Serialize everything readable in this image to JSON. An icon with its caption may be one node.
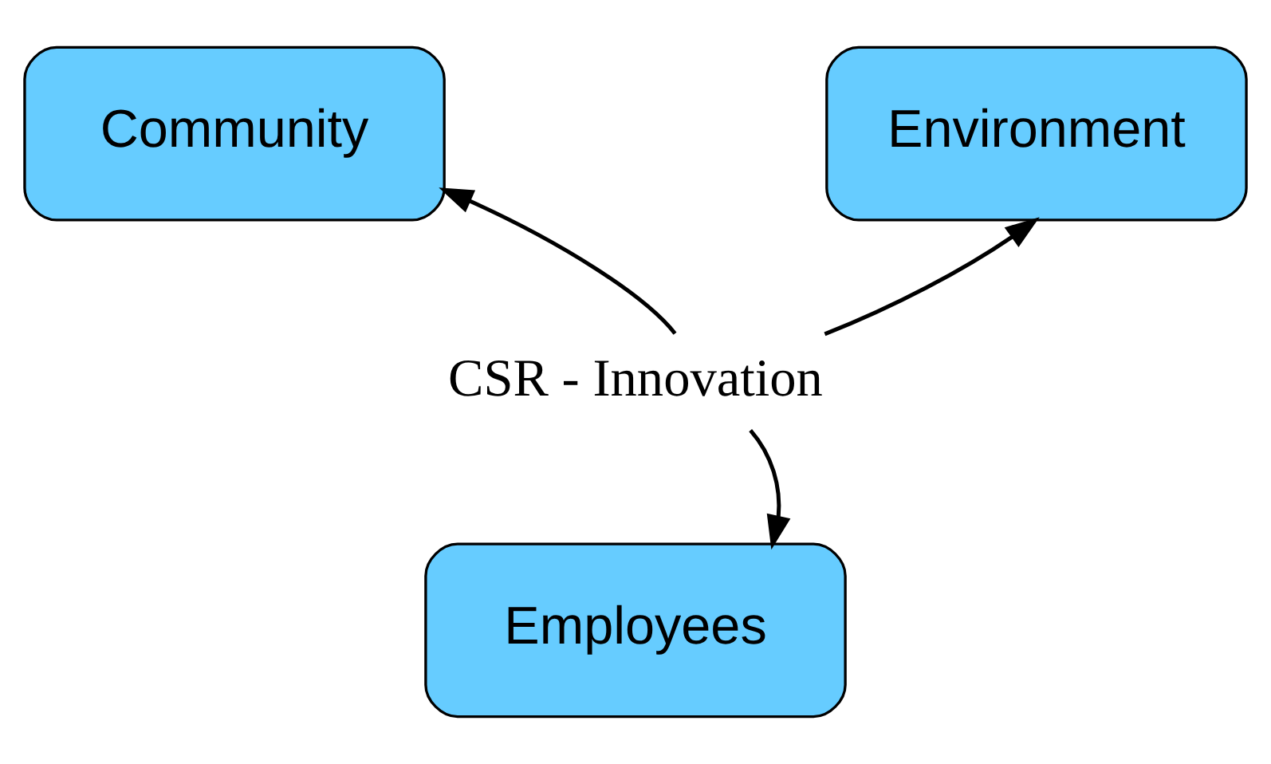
{
  "diagram": {
    "nodes": [
      {
        "text": [
          "Community"
        ]
      },
      {
        "text": [
          "Environment"
        ]
      },
      {
        "text": [
          "CSR - Innovation"
        ]
      },
      {
        "text": [
          "Employees"
        ]
      }
    ],
    "edges": [
      {
        "from": 2,
        "to": 0,
        "arrow": "to"
      },
      {
        "from": 2,
        "to": 1,
        "arrow": "to"
      },
      {
        "from": 2,
        "to": 3,
        "arrow": "to"
      }
    ]
  }
}
